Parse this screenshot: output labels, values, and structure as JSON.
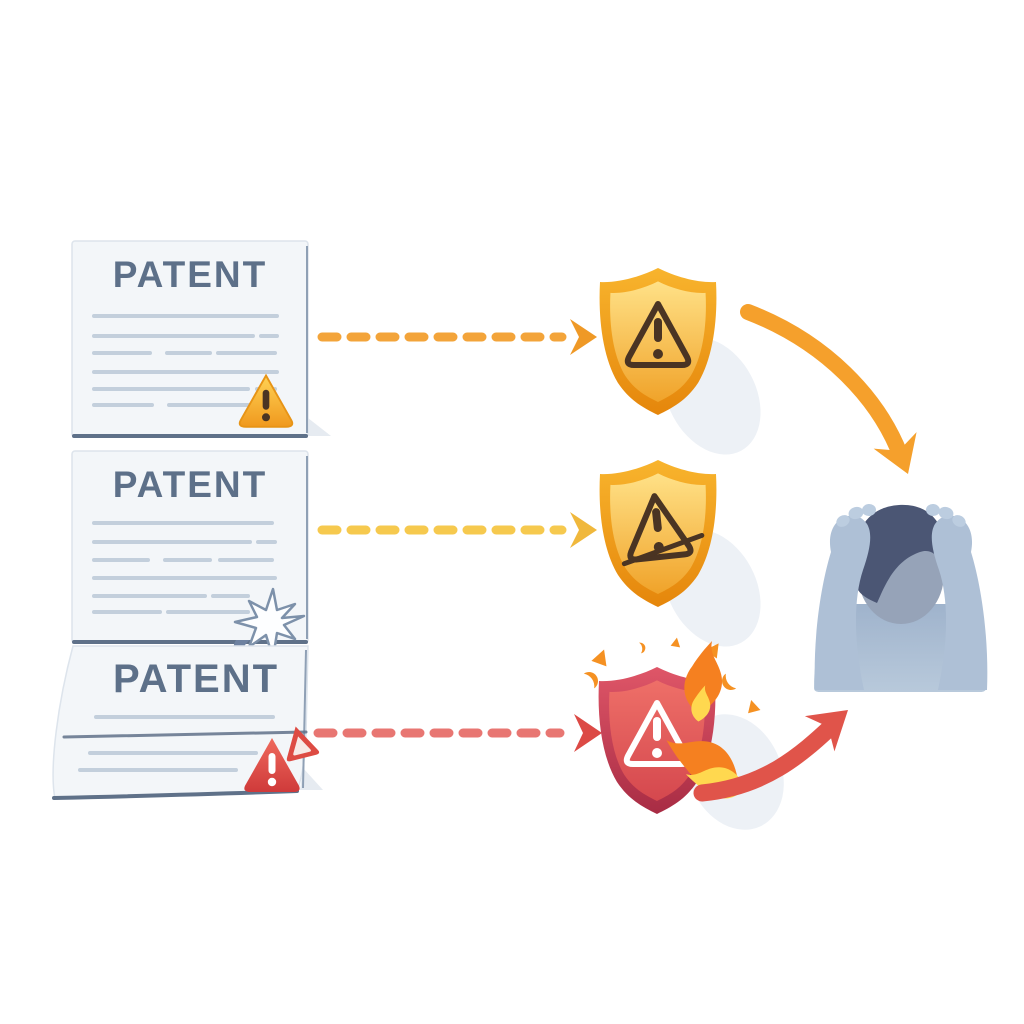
{
  "scene": {
    "description": "Three patent documents flagged with warnings lead to shield alerts overwhelming a stressed person",
    "documents": [
      {
        "title": "PATENT",
        "badge": "warning-triangle-yellow"
      },
      {
        "title": "PATENT",
        "badge": "torn-paper-star"
      },
      {
        "title": "PATENT",
        "badge": "warning-triangle-red"
      }
    ],
    "shields": [
      {
        "kind": "yellow-warning-shield"
      },
      {
        "kind": "yellow-warning-shield-slashed"
      },
      {
        "kind": "red-warning-shield-on-fire"
      }
    ],
    "person": "stressed-person-head-in-hands"
  },
  "colors": {
    "background": "#ffffff",
    "paper": "#f3f6f9",
    "paper_border": "#dde4ec",
    "paper_edge": "#5f7189",
    "paper_side": "#8fa0b5",
    "doc_title": "#5d7089",
    "doc_line": "#c3cfdc",
    "corner_shadow": "#e6ebf1",
    "tri_yellow_light": "#ffd255",
    "tri_yellow_dark": "#f0991e",
    "tri_yellow_stroke": "#e79416",
    "tri_exclaim_dark": "#4a3423",
    "tri_red_light": "#ef6a5d",
    "tri_red_dark": "#cf3a3a",
    "tri_red_small": "#dd4b43",
    "tri_red_small_inner": "#f7e9e6",
    "white": "#ffffff",
    "dash_orange": "#f3a43a",
    "dash_orange_head": "#ef9926",
    "dash_yellow": "#f6c94e",
    "dash_yellow_head": "#f0b83c",
    "dash_red": "#e87672",
    "dash_red_head": "#dc4a45",
    "shield_y_outer_top": "#f8b42d",
    "shield_y_outer_bottom": "#e5860b",
    "shield_y_inner_top": "#ffe187",
    "shield_y_inner_bottom": "#f0a32a",
    "shield_r_outer_top": "#df5668",
    "shield_r_outer_bottom": "#a82c44",
    "shield_r_inner_top": "#ee6f68",
    "shield_r_inner_bottom": "#d5484e",
    "flame_orange": "#f58020",
    "flame_yellow": "#ffd84f",
    "spark_orange": "#f59122",
    "curve_orange": "#f5a02c",
    "curve_red": "#e0544a",
    "star_stroke": "#7d91aa",
    "star_curl": "#6d81a0",
    "person_hair": "#4b5674",
    "person_face": "#96a3b8",
    "person_hand": "#aec0d6",
    "person_finger": "#bccde0",
    "person_body_top": "#9fb3cc",
    "person_body_bottom": "#b8c9db",
    "shadow_soft": "#edf1f6"
  }
}
